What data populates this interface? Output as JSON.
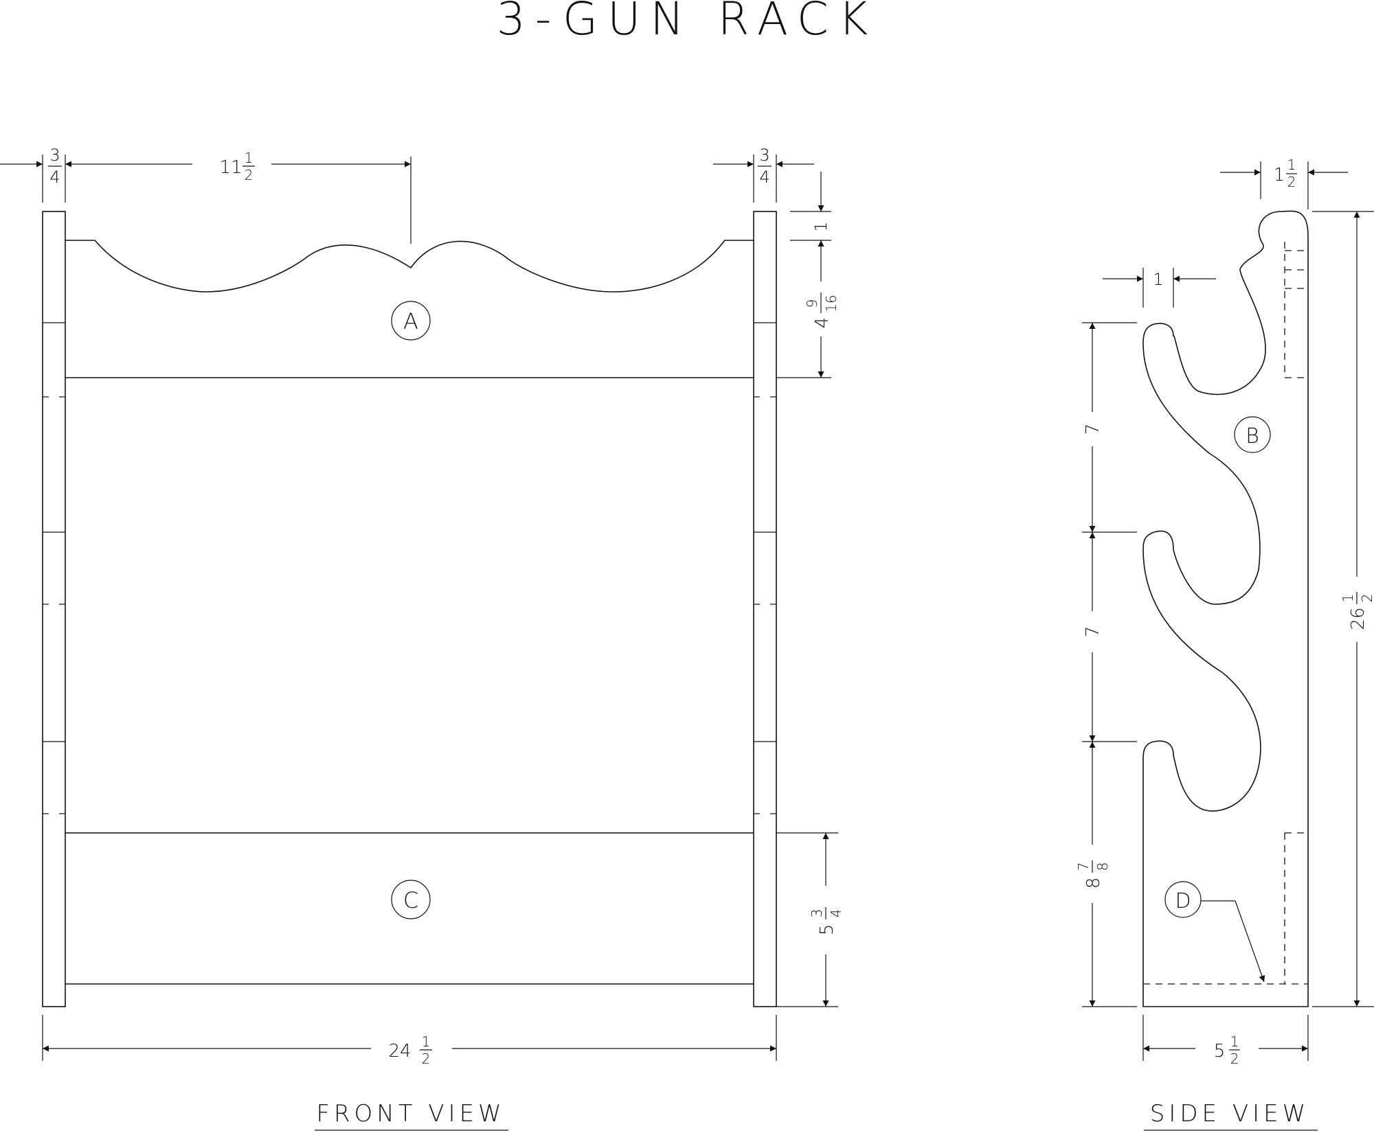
{
  "title": "3-GUN RACK",
  "views": {
    "front": "FRONT VIEW",
    "side": "SIDE VIEW"
  },
  "parts": {
    "a": "A",
    "b": "B",
    "c": "C",
    "d": "D"
  },
  "dimensions": {
    "front_left_thickness": {
      "whole": "",
      "num": "3",
      "den": "4"
    },
    "front_half_width": {
      "whole": "11",
      "num": "1",
      "den": "2"
    },
    "front_right_thickness": {
      "whole": "",
      "num": "3",
      "den": "4"
    },
    "front_top_offset": {
      "whole": "1",
      "num": "",
      "den": ""
    },
    "front_top_board_height": {
      "whole": "4",
      "num": "9",
      "den": "16"
    },
    "front_bottom_board_height": {
      "whole": "5",
      "num": "3",
      "den": "4"
    },
    "front_overall_width": {
      "whole": "24",
      "num": "1",
      "den": "2"
    },
    "side_back_thickness": {
      "whole": "1",
      "num": "1",
      "den": "2"
    },
    "side_front_lip": {
      "whole": "1",
      "num": "",
      "den": ""
    },
    "side_spacing_upper": {
      "whole": "7",
      "num": "",
      "den": ""
    },
    "side_spacing_lower": {
      "whole": "7",
      "num": "",
      "den": ""
    },
    "side_bottom_height": {
      "whole": "8",
      "num": "7",
      "den": "8"
    },
    "side_overall_height": {
      "whole": "26",
      "num": "1",
      "den": "2"
    },
    "side_depth": {
      "whole": "5",
      "num": "1",
      "den": "2"
    }
  }
}
